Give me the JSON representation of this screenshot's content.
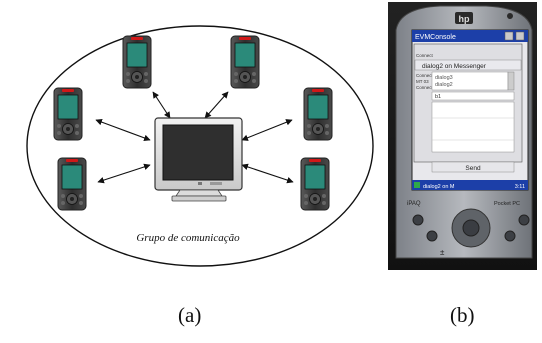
{
  "diagram": {
    "group_label": "Grupo de comunicação",
    "device_label": "PDA",
    "central_label": "computer"
  },
  "photo": {
    "brand": "hp",
    "app_title": "EVMConsole",
    "window_title": "dialog2 on Messenger",
    "list_items": [
      "dialog3",
      "dialog2"
    ],
    "side_labels": [
      "Connect",
      "Connect",
      "MT 03",
      "Connect"
    ],
    "input_value": "b1",
    "send_button": "Send",
    "taskbar_text": "dialog2 on M",
    "clock": "3:11",
    "left_brand": "iPAQ",
    "right_brand": "Pocket PC"
  },
  "captions": {
    "a": "(a)",
    "b": "(b)"
  },
  "colors": {
    "screen": "#2b8a7a",
    "pda_body": "#3a3a3a",
    "pda_led": "#d01818",
    "ellipse": "#111111"
  }
}
